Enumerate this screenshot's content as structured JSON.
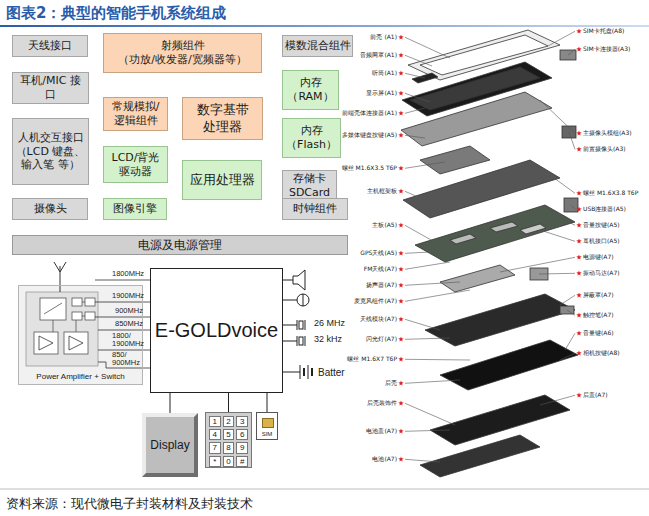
{
  "diagram": {
    "title": "图表2：典型的智能手机系统组成",
    "caption": "资料来源：现代微电子封装材料及封装技术",
    "nodes": [
      {
        "text": [
          "天线接口"
        ]
      },
      {
        "text": [
          "射频组件",
          "（功放/收发器/宽频器等）"
        ]
      },
      {
        "text": [
          "模数混合组件"
        ]
      },
      {
        "text": [
          "耳机/MIC 接口"
        ]
      },
      {
        "text": [
          "内存 （RAM）"
        ]
      },
      {
        "text": [
          "人机交互接口（LCD 键盘、输入笔 等）"
        ]
      },
      {
        "text": [
          "常规模拟/逻辑组件"
        ]
      },
      {
        "text": [
          "数字基带处理器"
        ]
      },
      {
        "text": [
          "内存 （Flash）"
        ]
      },
      {
        "text": [
          "LCD/背光驱动器"
        ]
      },
      {
        "text": [
          "应用处理器"
        ]
      },
      {
        "text": [
          "存储卡 SDCard"
        ]
      },
      {
        "text": [
          "摄像头"
        ]
      },
      {
        "text": [
          "图像引擎"
        ]
      },
      {
        "text": [
          "时钟组件"
        ]
      },
      {
        "text": [
          "电源及电源管理"
        ]
      },
      {
        "text": [
          "Power Amplifier + Switch"
        ]
      },
      {
        "text": [
          "E-GOLDvoice"
        ]
      },
      {
        "text": [
          "Display"
        ]
      },
      {
        "text": [
          "1",
          "2",
          "3",
          "4",
          "5",
          "6",
          "7",
          "8",
          "9",
          "*",
          "0",
          "#"
        ]
      },
      {
        "text": [
          "SIM"
        ]
      }
    ],
    "edges": [
      {
        "from": 17,
        "to": 18,
        "arrow": "none"
      },
      {
        "from": 17,
        "to": 19,
        "arrow": "none"
      },
      {
        "from": 17,
        "to": 20,
        "arrow": "none"
      }
    ],
    "labels": [
      "1800MHz",
      "1900MHz",
      "900MHz",
      "850MHz",
      "1800/ 1900MHz",
      "850/ 900MHz",
      "26 MHz",
      "32 kHz",
      "Batter",
      "前壳 (A1)",
      "音频网罩(A1)",
      "听筒(A1)",
      "显示屏(A1)",
      "前端壳体连接器(A1)",
      "多媒体键盘按键(A5)",
      "螺丝 M1.6X3.5 T6P",
      "主机框架板",
      "主板(A5)",
      "GPS天线(A5)",
      "FM天线(A7)",
      "扬声器(A7)",
      "麦克风组件(A7)",
      "天线模块(A7)",
      "闪光灯(A7)",
      "螺丝 M1.6X7 T6P",
      "后壳",
      "后壳装饰件",
      "电池盖(A7)",
      "电池(A7)",
      "SIM卡托盘(A8)",
      "SIM卡连接器(A3)",
      "主摄像头模组(A3)",
      "前置摄像头(A3)",
      "螺丝 M1.6X3.8 T6P",
      "USB连接器(A5)",
      "音量按键(A5)",
      "耳机接口(A5)",
      "电源键(A7)",
      "振动马达(A7)",
      "屏蔽罩(A7)",
      "触控笔(A7)",
      "音量键(A6)",
      "相机按键(A8)",
      "后盖(A7)"
    ]
  }
}
